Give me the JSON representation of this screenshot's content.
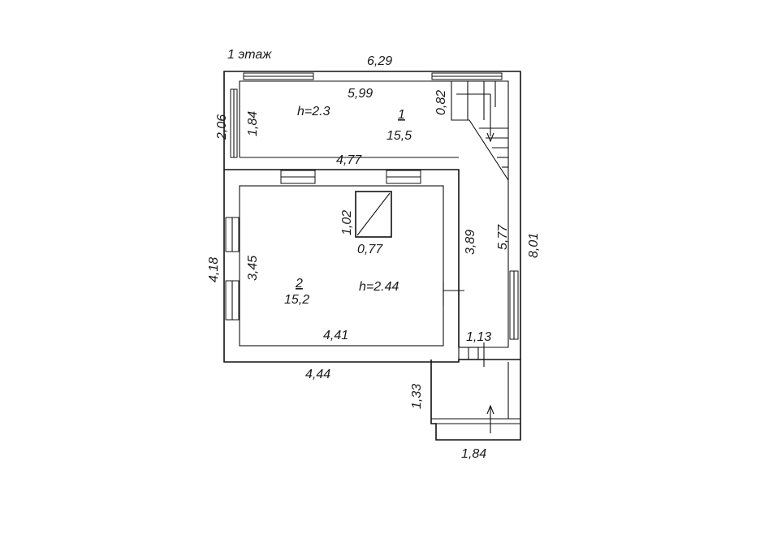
{
  "floor_title": "1 этаж",
  "dimensions": {
    "outer_top": "6,29",
    "inner_top": "5,99",
    "left_outer": "2,06",
    "left_inner": "1,84",
    "stair_width": "0,82",
    "partition_width": "4,77",
    "chimney_height": "1,02",
    "chimney_width": "0,77",
    "room2_right": "3,89",
    "corridor_length": "5,77",
    "overall_depth": "8,01",
    "room2_outer_left": "4,18",
    "room2_inner_left": "3,45",
    "room2_inner_bottom": "4,41",
    "room2_outer_bottom": "4,44",
    "entry_width": "1,13",
    "porch_depth": "1,33",
    "porch_width": "1,84"
  },
  "rooms": [
    {
      "number": "1",
      "area": "15,5",
      "height": "h=2.3"
    },
    {
      "number": "2",
      "area": "15,2",
      "height": "h=2.44"
    }
  ]
}
